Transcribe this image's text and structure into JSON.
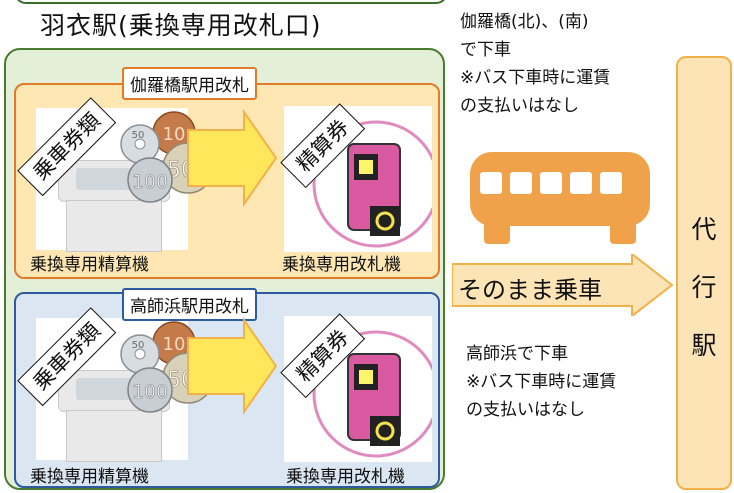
{
  "title": "羽衣駅(乗換専用改札口)",
  "upper": {
    "gate_label": "伽羅橋駅用改札",
    "ticket_tag": "乗車券類",
    "fare_tag": "精算券",
    "machine_caption": "乗換専用精算機",
    "gate_caption": "乗換専用改札機"
  },
  "lower": {
    "gate_label": "高師浜駅用改札",
    "ticket_tag": "乗車券類",
    "fare_tag": "精算券",
    "machine_caption": "乗換専用精算機",
    "gate_caption": "乗換専用改札機"
  },
  "coins": [
    "10",
    "50",
    "500",
    "100"
  ],
  "note_top": [
    "伽羅橋(北)、(南)",
    "で下車",
    "※バス下車時に運賃",
    "の支払いはなし"
  ],
  "stay_on": "そのまま乗車",
  "note_bottom": [
    "高師浜で下車",
    "※バス下車時に運賃",
    "の支払いはなし"
  ],
  "daiko": [
    "代",
    "行",
    "駅"
  ],
  "colors": {
    "green": "#4a7a30",
    "orange": "#e07b2a",
    "blue": "#2f5aa0",
    "bus": "#f0a24a",
    "arrow": "#ffe65a",
    "gate_pink": "#d95aa0"
  }
}
